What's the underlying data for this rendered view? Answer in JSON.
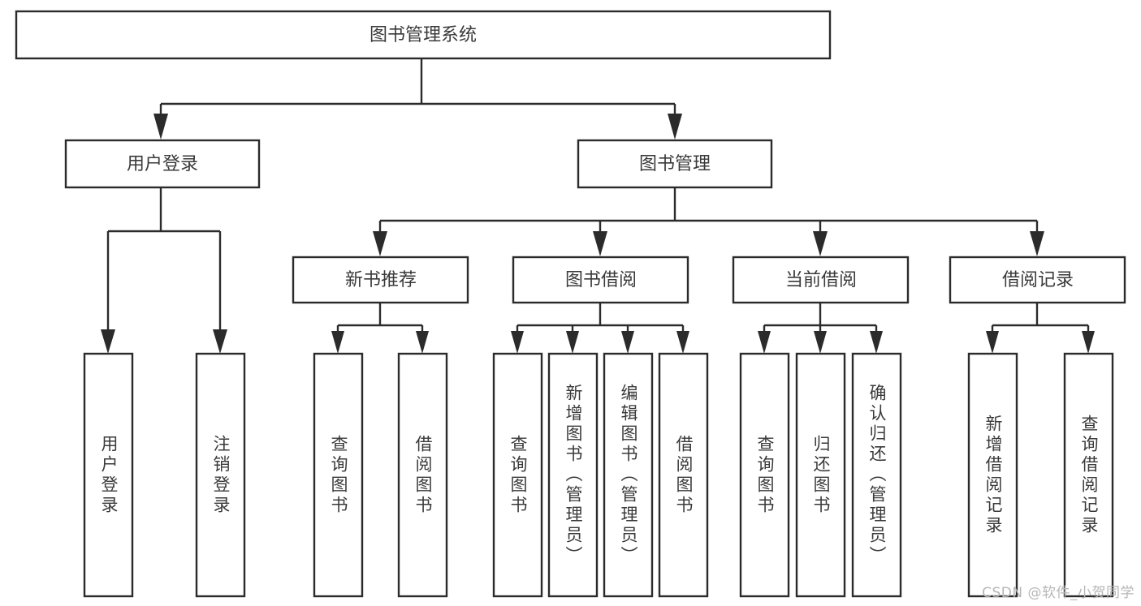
{
  "diagram": {
    "type": "tree-hierarchy",
    "title": "图书管理系统",
    "watermark": "CSDN @软件_小贺同学",
    "colors": {
      "stroke": "#2b2b2b",
      "node_fill": "#ffffff",
      "text": "#3a3a3a",
      "background": "#ffffff",
      "watermark": "#b6b6b6"
    },
    "levels": {
      "root": "图书管理系统",
      "level2": [
        "用户登录",
        "图书管理"
      ],
      "level3": [
        "新书推荐",
        "图书借阅",
        "当前借阅",
        "借阅记录"
      ],
      "leaves": [
        "用户登录",
        "注销登录",
        "查询图书",
        "借阅图书",
        "查询图书",
        "新增图书（管理员）",
        "编辑图书（管理员）",
        "借阅图书",
        "查询图书",
        "归还图书",
        "确认归还（管理员）",
        "新增借阅记录",
        "查询借阅记录"
      ]
    },
    "nodes": {
      "root": {
        "label": "图书管理系统"
      },
      "user_login": {
        "label": "用户登录"
      },
      "book_manage": {
        "label": "图书管理"
      },
      "new_book_rec": {
        "label": "新书推荐"
      },
      "book_borrow": {
        "label": "图书借阅"
      },
      "current_borrow": {
        "label": "当前借阅"
      },
      "borrow_record": {
        "label": "借阅记录"
      },
      "leaf_user_login": {
        "label": "用户登录"
      },
      "leaf_logout": {
        "label": "注销登录"
      },
      "leaf_query_book_a": {
        "label": "查询图书"
      },
      "leaf_borrow_book_a": {
        "label": "借阅图书"
      },
      "leaf_query_book_b": {
        "label": "查询图书"
      },
      "leaf_add_book": {
        "label": "新增图书（管理员）"
      },
      "leaf_edit_book": {
        "label": "编辑图书（管理员）"
      },
      "leaf_borrow_book_b": {
        "label": "借阅图书"
      },
      "leaf_query_book_c": {
        "label": "查询图书"
      },
      "leaf_return_book": {
        "label": "归还图书"
      },
      "leaf_confirm_return": {
        "label": "确认归还（管理员）"
      },
      "leaf_add_record": {
        "label": "新增借阅记录"
      },
      "leaf_query_record": {
        "label": "查询借阅记录"
      }
    }
  }
}
